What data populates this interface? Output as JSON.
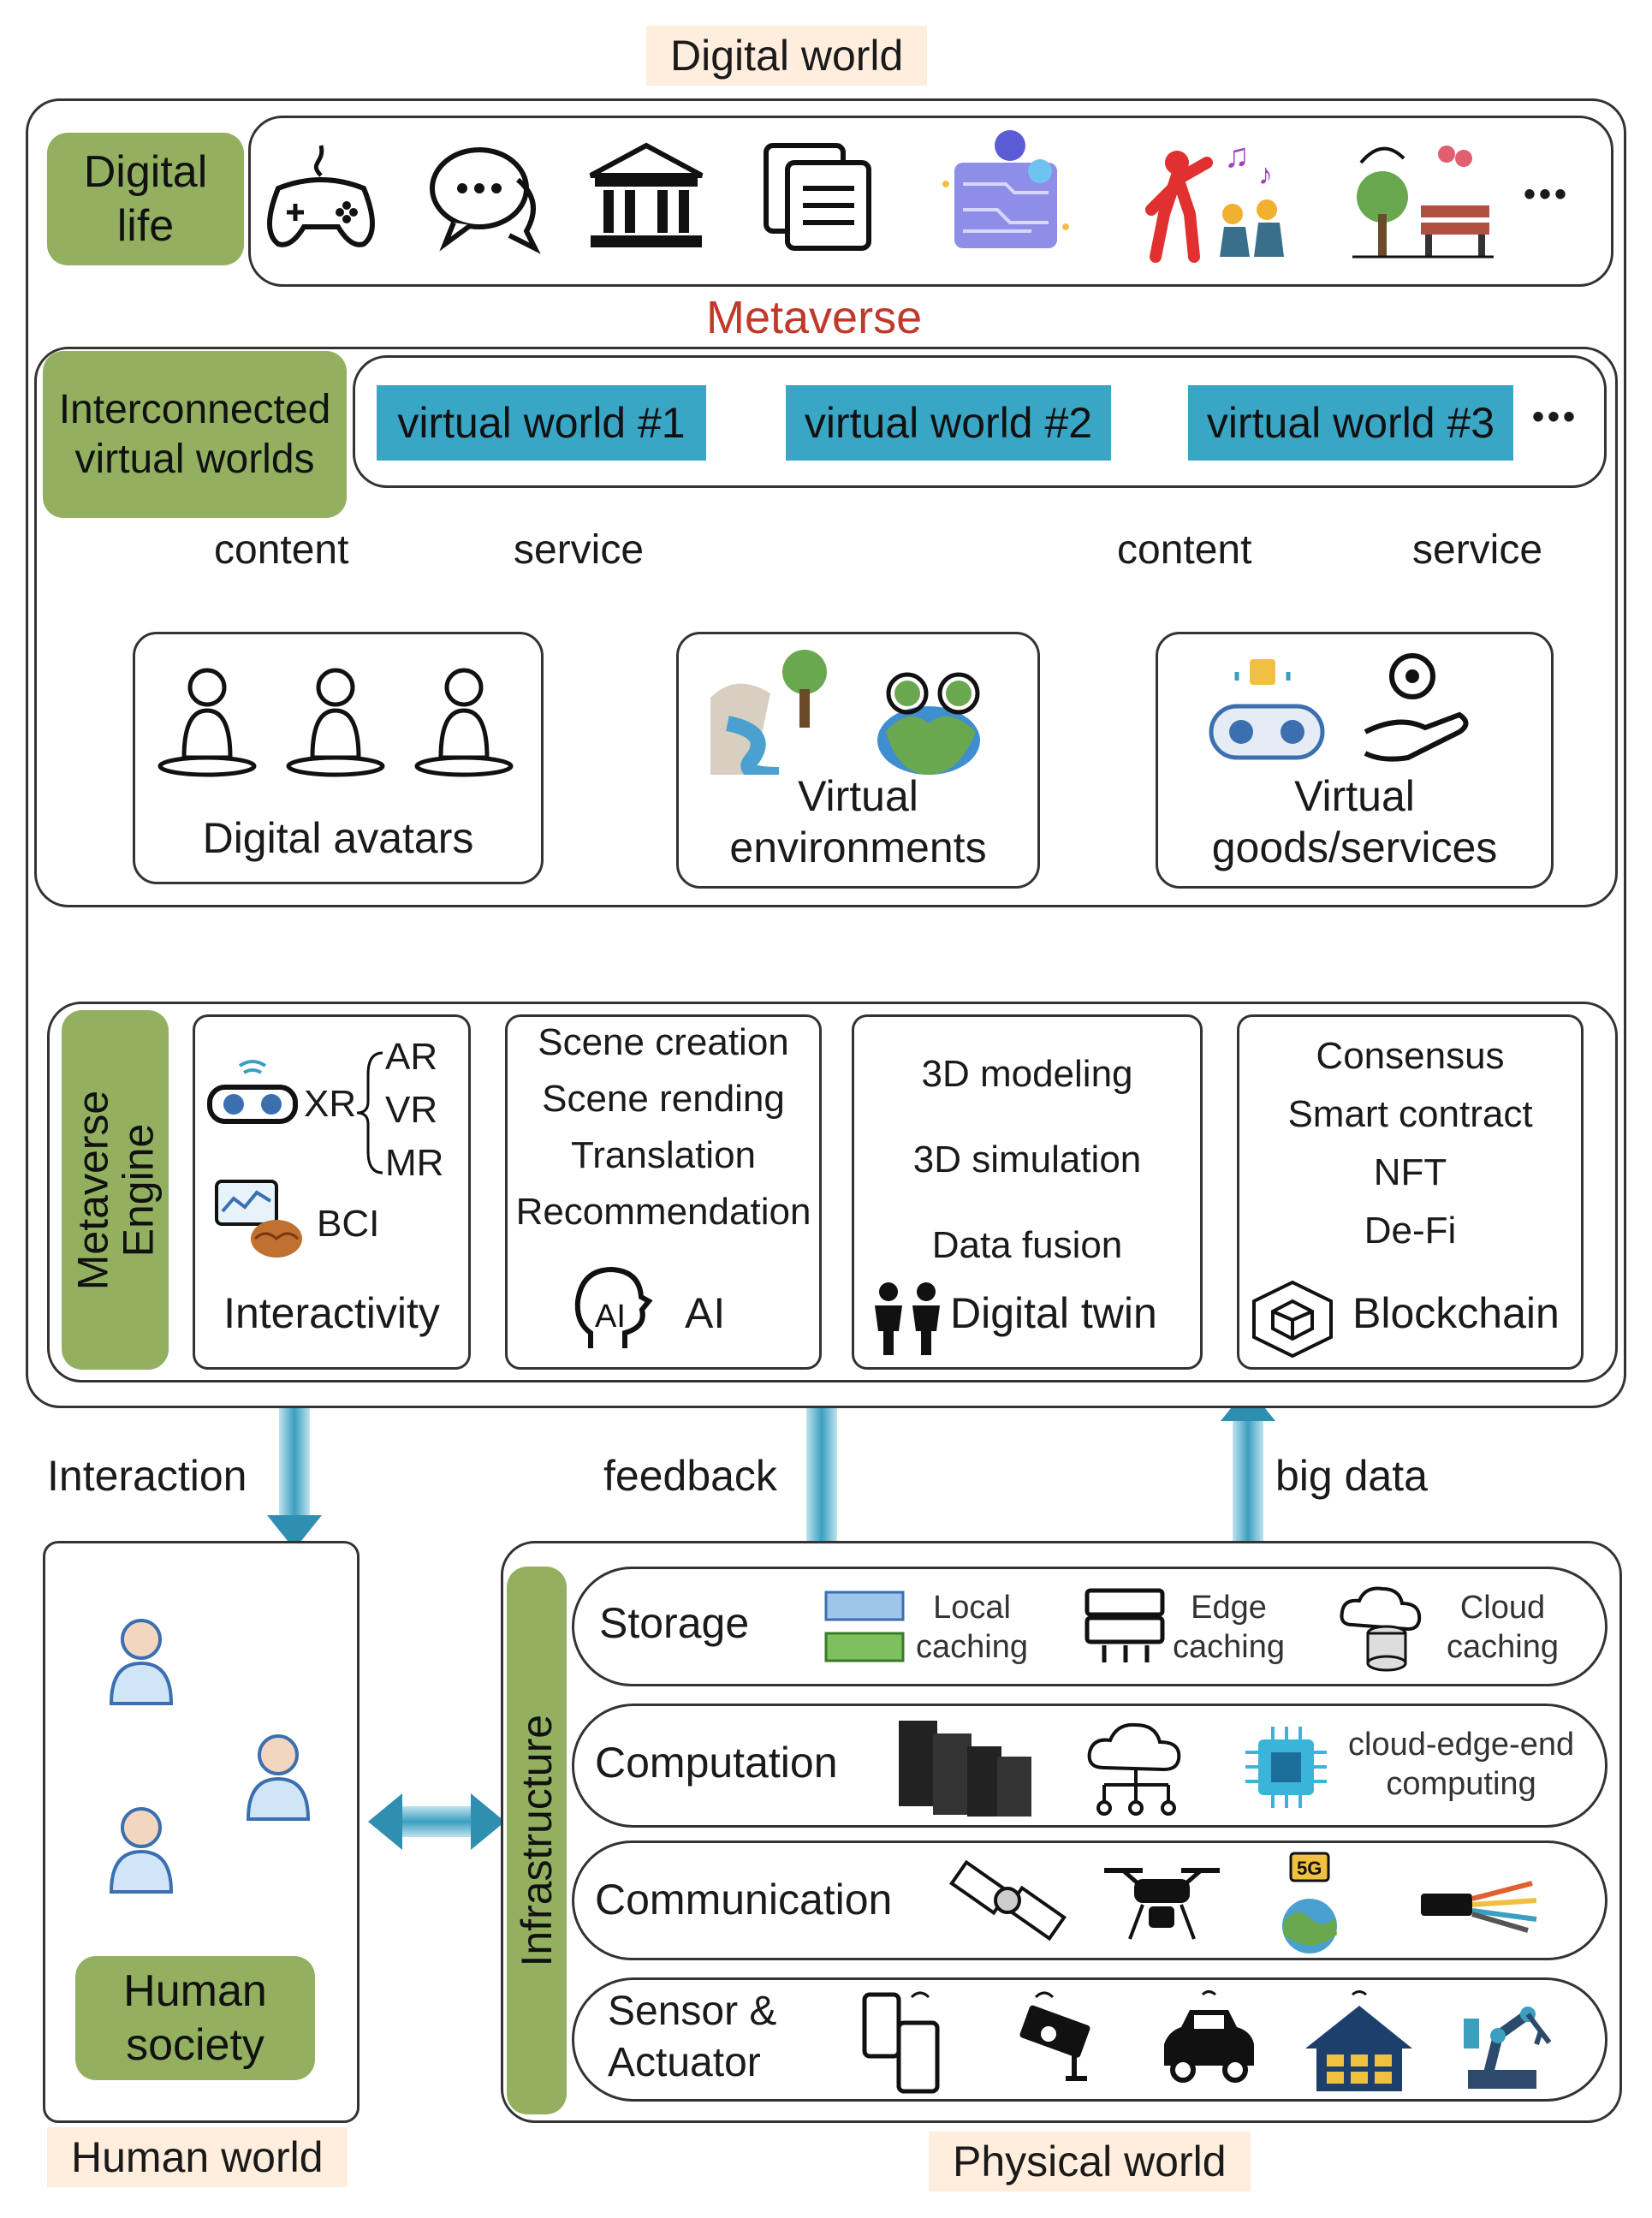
{
  "titles": {
    "digital_world": "Digital world",
    "metaverse": "Metaverse",
    "human_world": "Human world",
    "physical_world": "Physical world"
  },
  "digital_life": {
    "label": "Digital\nlife",
    "icons": [
      "gamepad-icon",
      "chat-bubbles-icon",
      "museum-icon",
      "documents-icon",
      "virtual-card-icon",
      "concert-icon",
      "park-date-icon"
    ],
    "more": "•••"
  },
  "virtual_worlds": {
    "label": "Interconnected\nvirtual worlds",
    "items": [
      "virtual world #1",
      "virtual world #2",
      "virtual world #3"
    ],
    "more": "•••"
  },
  "flows": {
    "content_left": "content",
    "service_left": "service",
    "content_right": "content",
    "service_right": "service"
  },
  "components": {
    "avatars": "Digital avatars",
    "environments": "Virtual\nenvironments",
    "goods": "Virtual\ngoods/services"
  },
  "engine": {
    "label": "Metaverse\nEngine",
    "interactivity": {
      "title": "Interactivity",
      "xr": "XR",
      "xr_items": [
        "AR",
        "VR",
        "MR"
      ],
      "bci": "BCI"
    },
    "ai": {
      "title": "AI",
      "items": [
        "Scene creation",
        "Scene rending",
        "Translation",
        "Recommendation"
      ]
    },
    "digital_twin": {
      "title": "Digital twin",
      "items": [
        "3D modeling",
        "3D simulation",
        "Data fusion"
      ]
    },
    "blockchain": {
      "title": "Blockchain",
      "items": [
        "Consensus",
        "Smart contract",
        "NFT",
        "De-Fi"
      ]
    }
  },
  "connections": {
    "interaction": "Interaction",
    "feedback": "feedback",
    "big_data": "big data"
  },
  "human": {
    "label": "Human\nsociety"
  },
  "infrastructure": {
    "label": "Infrastructure",
    "storage": {
      "title": "Storage",
      "items": [
        "Local\ncaching",
        "Edge\ncaching",
        "Cloud\ncaching"
      ]
    },
    "computation": {
      "title": "Computation",
      "item": "cloud-edge-end\ncomputing"
    },
    "communication": {
      "title": "Communication"
    },
    "sensor": {
      "title": "Sensor &\nActuator"
    }
  },
  "colors": {
    "green": "#92b060",
    "blue": "#3aa6c6",
    "tag_bg": "#ffeedd",
    "metaverse_red": "#c0392b"
  }
}
